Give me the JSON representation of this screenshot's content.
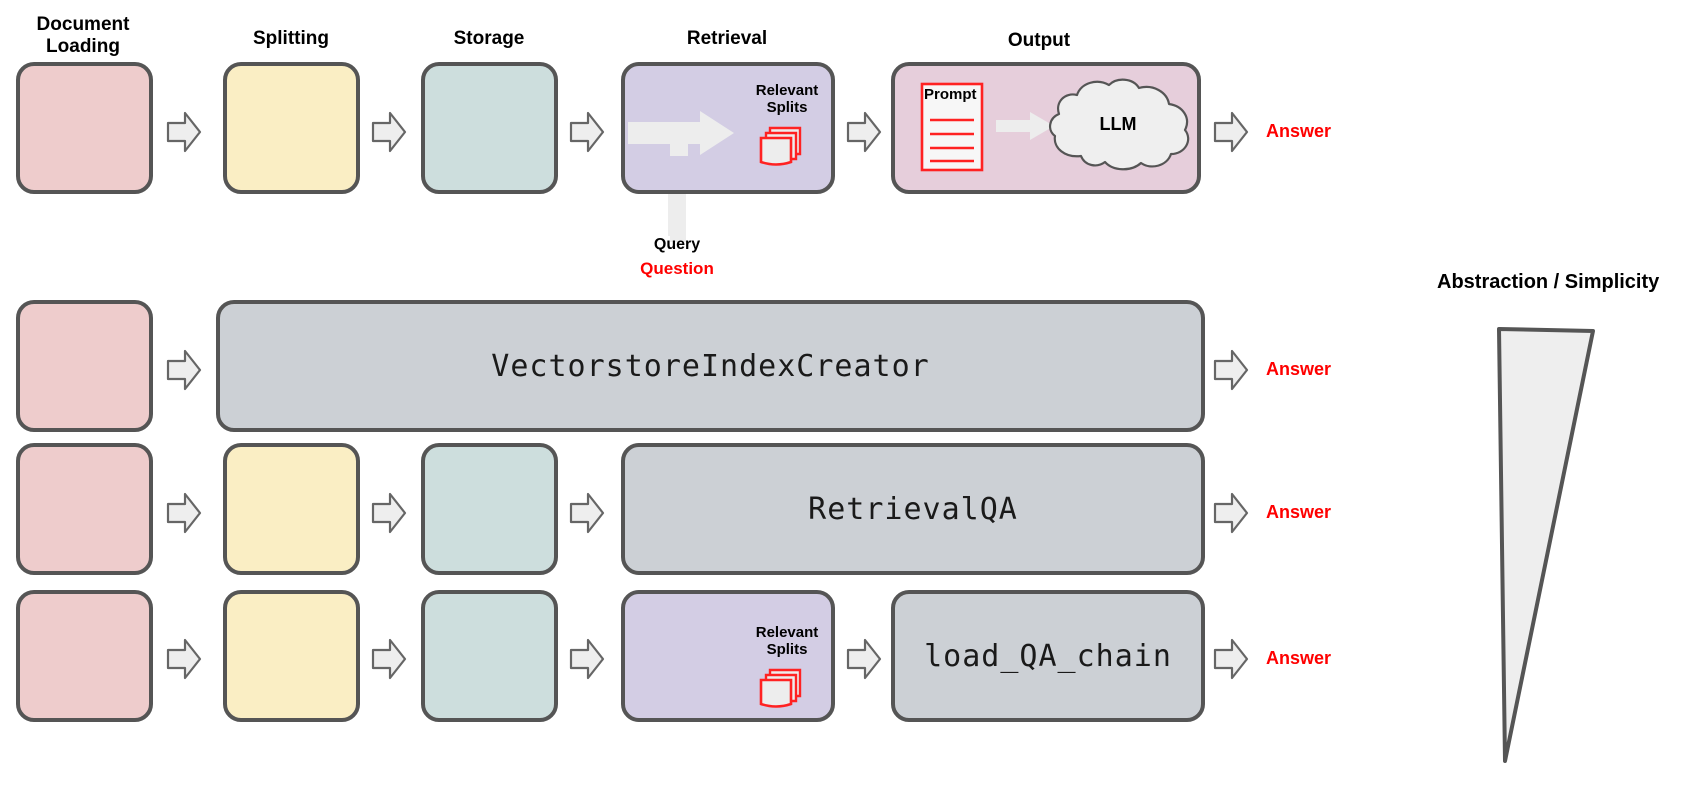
{
  "diagram": {
    "title_row_labels": [
      {
        "id": "document-loading",
        "text": "Document\nLoading"
      },
      {
        "id": "splitting",
        "text": "Splitting"
      },
      {
        "id": "storage",
        "text": "Storage"
      },
      {
        "id": "retrieval",
        "text": "Retrieval"
      },
      {
        "id": "output",
        "text": "Output"
      }
    ],
    "colors": {
      "loading": "#eecccc",
      "splitting": "#faeec4",
      "storage": "#cddedd",
      "retrieval": "#d3cde4",
      "output": "#e6cedb",
      "code_box": "#ccd0d5",
      "box_border": "#555555",
      "arrow_fill": "#eeeeee",
      "arrow_stroke": "#666666",
      "answer_red": "#ff0000",
      "doc_red": "#ff2222",
      "wedge_fill": "#eeeeee"
    },
    "retrieval_inner": {
      "relevant_splits_label": "Relevant\nSplits",
      "doc_stack_icon": "documents-stack-icon"
    },
    "query": {
      "label": "Query",
      "sub_label": "Question"
    },
    "output_inner": {
      "prompt_label": "Prompt",
      "prompt_icon": "prompt-document-icon",
      "llm_label": "LLM",
      "llm_icon": "cloud-icon",
      "inner_arrow_icon": "arrow-right-icon"
    },
    "answer_label": "Answer",
    "arrow_icon": "arrow-right-chevron-icon",
    "rows": [
      {
        "id": "row-full-pipeline",
        "answer": "Answer",
        "code_label": null
      },
      {
        "id": "row-vectorstore-index-creator",
        "answer": "Answer",
        "code_label": "VectorstoreIndexCreator"
      },
      {
        "id": "row-retrieval-qa",
        "answer": "Answer",
        "code_label": "RetrievalQA"
      },
      {
        "id": "row-load-qa-chain",
        "answer": "Answer",
        "code_label": "load_QA_chain"
      }
    ],
    "abstraction": {
      "label": "Abstraction / Simplicity",
      "shape": "wedge-triangle"
    }
  }
}
